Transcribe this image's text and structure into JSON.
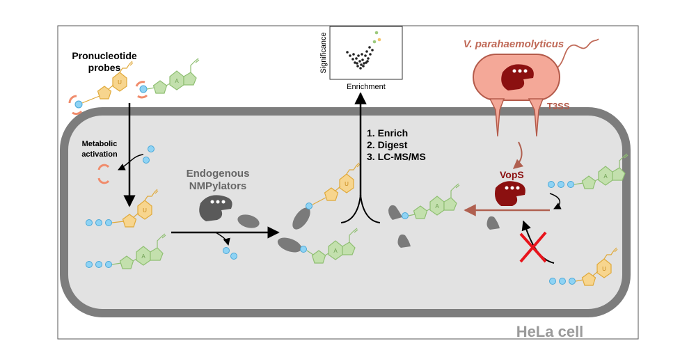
{
  "labels": {
    "probes_line1": "Pronucleotide",
    "probes_line2": "probes",
    "metabolic_line1": "Metabolic",
    "metabolic_line2": "activation",
    "endogenous_line1": "Endogenous",
    "endogenous_line2": "NMPylators",
    "step1": "1. Enrich",
    "step2": "2. Digest",
    "step3": "3. LC-MS/MS",
    "plot_ylabel": "Significance",
    "plot_xlabel": "Enrichment",
    "bacterium": "V. parahaemolyticus",
    "t3ss": "T3SS",
    "vops": "VopS",
    "cell": "HeLa cell",
    "uracil_letter": "U",
    "adenine_letter": "A"
  },
  "colors": {
    "phosphate": "#8fd3f4",
    "uridine": "#f2c46b",
    "adenosine": "#a8cf8c",
    "mask": "#f08c6c",
    "cell_fill": "#e2e2e2",
    "cell_border": "#7d7d7d",
    "bacterium_fill": "#f4a898",
    "bacterium_border": "#b35a4a",
    "enzyme": "#8b1010",
    "nmpylator": "#555555",
    "cross": "#e8141c"
  }
}
